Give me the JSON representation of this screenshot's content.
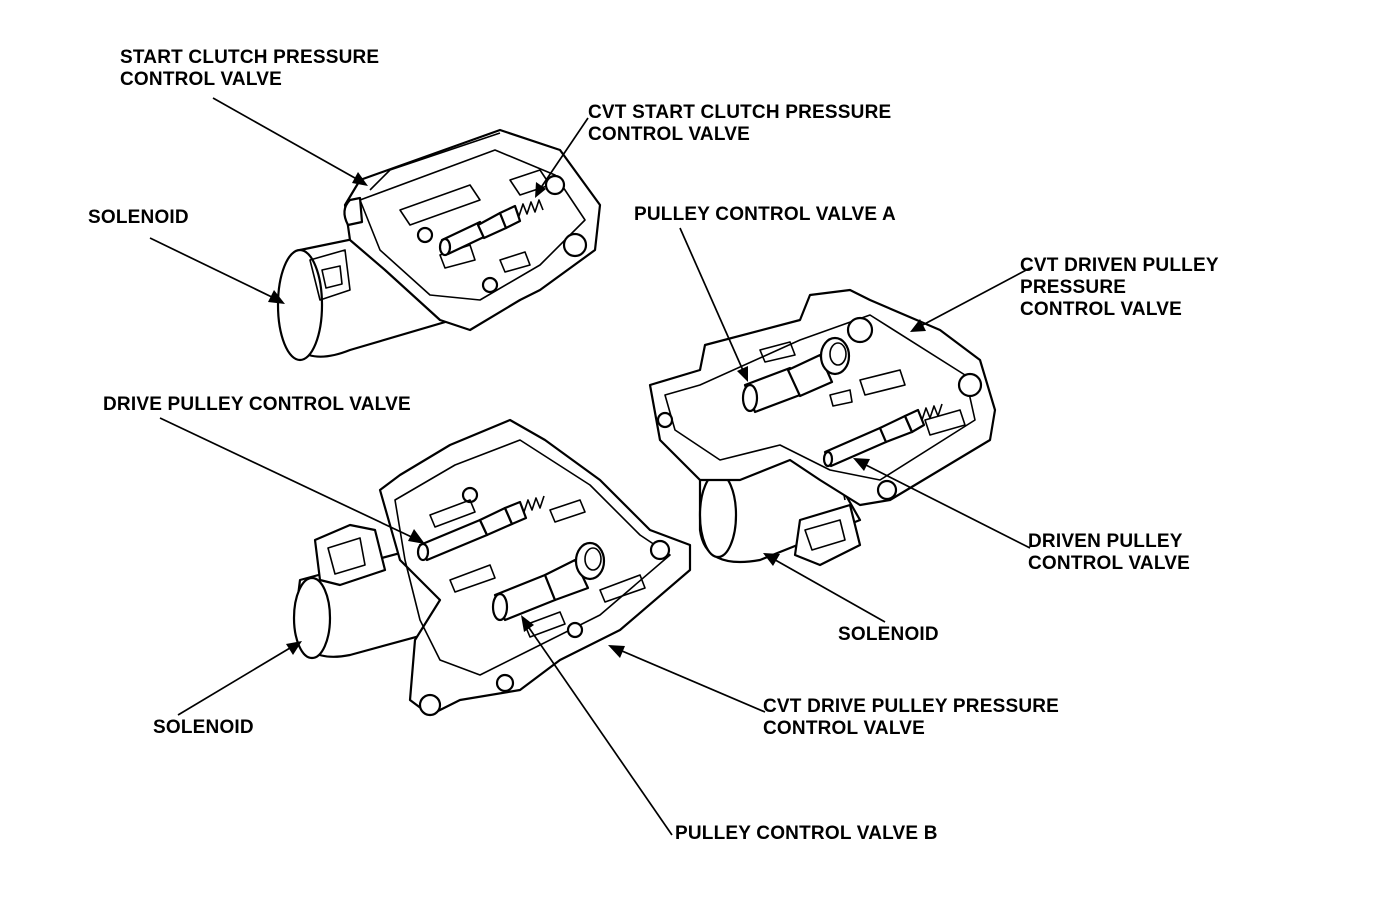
{
  "labels": {
    "start_clutch_pcv": [
      "START CLUTCH PRESSURE",
      "CONTROL VALVE"
    ],
    "cvt_start_clutch_pcv": [
      "CVT START CLUTCH PRESSURE",
      "CONTROL VALVE"
    ],
    "solenoid_upper": [
      "SOLENOID"
    ],
    "pulley_cv_a": [
      "PULLEY CONTROL VALVE A"
    ],
    "cvt_driven_pulley_pcv": [
      "CVT DRIVEN PULLEY",
      "PRESSURE",
      "CONTROL VALVE"
    ],
    "drive_pulley_cv": [
      "DRIVE PULLEY CONTROL VALVE"
    ],
    "driven_pulley_cv": [
      "DRIVEN PULLEY",
      "CONTROL VALVE"
    ],
    "solenoid_right": [
      "SOLENOID"
    ],
    "solenoid_lower": [
      "SOLENOID"
    ],
    "cvt_drive_pulley_pcv": [
      "CVT DRIVE PULLEY PRESSURE",
      "CONTROL VALVE"
    ],
    "pulley_cv_b": [
      "PULLEY CONTROL VALVE B"
    ]
  }
}
